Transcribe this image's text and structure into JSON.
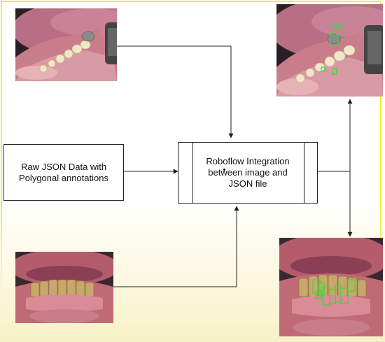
{
  "diagram": {
    "input_box_label": "Raw JSON Data with\nPolygonal annotations",
    "process_box_label": "Roboflow Integration\nbetween image and\nJSON file"
  },
  "images": {
    "top_left": "dental-photo-upper-teeth",
    "top_right": "dental-photo-upper-teeth-annotated",
    "bottom_left": "dental-photo-lower-teeth",
    "bottom_right": "dental-photo-lower-teeth-annotated"
  },
  "colors": {
    "frame": "#f5ee1f",
    "annotation": "#3cd63c",
    "arrow": "#222222"
  }
}
